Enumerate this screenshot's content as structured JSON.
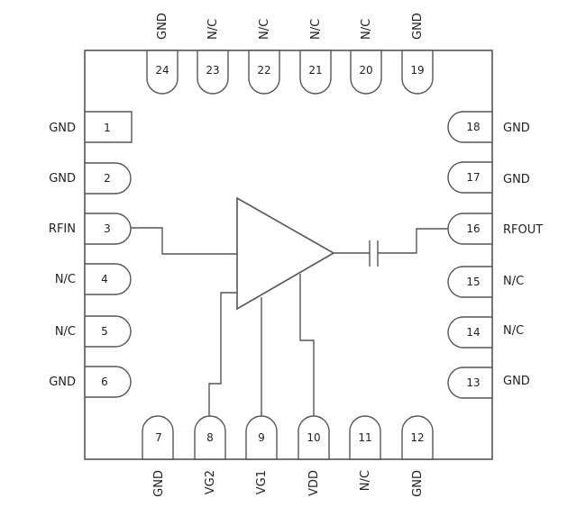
{
  "pins": [
    {
      "num": "1",
      "label": "GND"
    },
    {
      "num": "2",
      "label": "GND"
    },
    {
      "num": "3",
      "label": "RFIN"
    },
    {
      "num": "4",
      "label": "N/C"
    },
    {
      "num": "5",
      "label": "N/C"
    },
    {
      "num": "6",
      "label": "GND"
    },
    {
      "num": "7",
      "label": "GND"
    },
    {
      "num": "8",
      "label": "VG2"
    },
    {
      "num": "9",
      "label": "VG1"
    },
    {
      "num": "10",
      "label": "VDD"
    },
    {
      "num": "11",
      "label": "N/C"
    },
    {
      "num": "12",
      "label": "GND"
    },
    {
      "num": "13",
      "label": "GND"
    },
    {
      "num": "14",
      "label": "N/C"
    },
    {
      "num": "15",
      "label": "N/C"
    },
    {
      "num": "16",
      "label": "RFOUT"
    },
    {
      "num": "17",
      "label": "GND"
    },
    {
      "num": "18",
      "label": "GND"
    },
    {
      "num": "19",
      "label": "GND"
    },
    {
      "num": "20",
      "label": "N/C"
    },
    {
      "num": "21",
      "label": "N/C"
    },
    {
      "num": "22",
      "label": "N/C"
    },
    {
      "num": "23",
      "label": "N/C"
    },
    {
      "num": "24",
      "label": "GND"
    }
  ],
  "colors": {
    "line": "#555555",
    "text": "#222222",
    "background": "#ffffff"
  }
}
